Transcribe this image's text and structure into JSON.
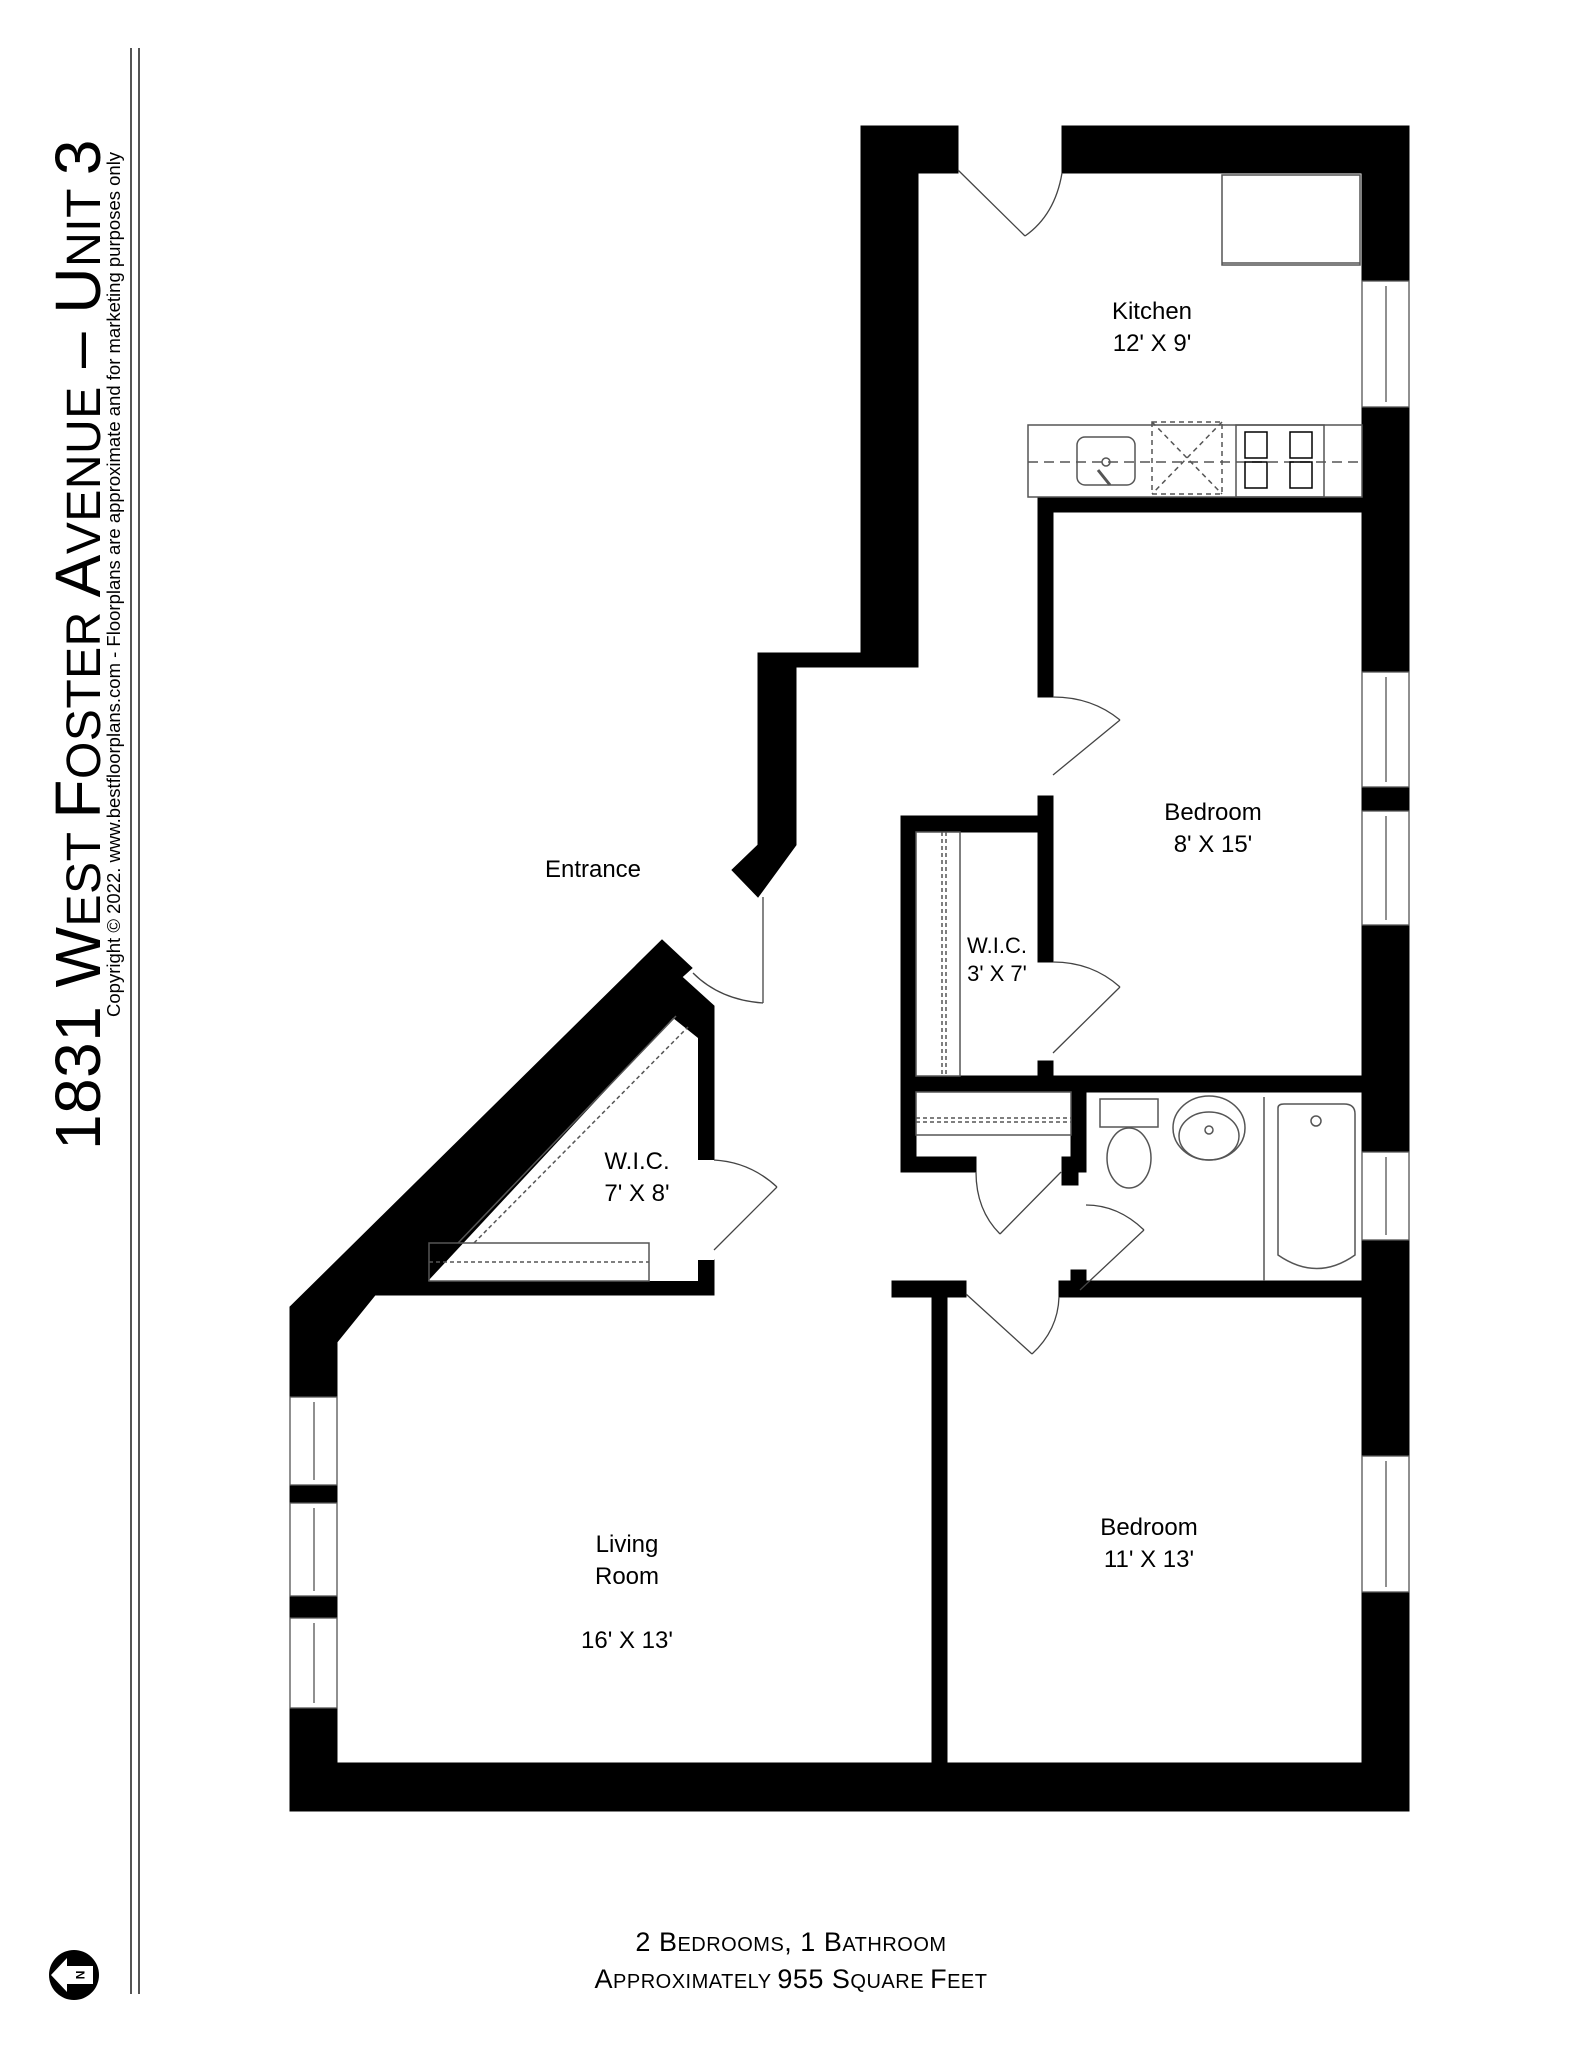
{
  "header": {
    "title_parts": [
      {
        "text": "1831 W",
        "small": false
      },
      {
        "text": "EST ",
        "small": true
      },
      {
        "text": "F",
        "small": false
      },
      {
        "text": "OSTER ",
        "small": true
      },
      {
        "text": "A",
        "small": false
      },
      {
        "text": "VENUE",
        "small": true
      },
      {
        "text": " – U",
        "small": false
      },
      {
        "text": "NIT ",
        "small": true
      },
      {
        "text": "3",
        "small": false
      }
    ],
    "title_full": "1831 West Foster Avenue – Unit 3",
    "copyright": "Copyright © 2022. www.bestfloorplans.com - Floorplans are approximate and for marketing purposes only"
  },
  "compass": {
    "icon": "north-arrow-icon",
    "letter": "N"
  },
  "rooms": [
    {
      "id": "kitchen",
      "name": "Kitchen",
      "dims": "12' X 9'"
    },
    {
      "id": "bedroom-1",
      "name": "Bedroom",
      "dims": "8' X 15'"
    },
    {
      "id": "wic-1",
      "name": "W.I.C.",
      "dims": "3' X 7'"
    },
    {
      "id": "entrance",
      "name": "Entrance",
      "dims": ""
    },
    {
      "id": "wic-2",
      "name": "W.I.C.",
      "dims": "7' X 8'"
    },
    {
      "id": "living-room",
      "name": "Living\nRoom",
      "dims": "16' X 13'"
    },
    {
      "id": "bedroom-2",
      "name": "Bedroom",
      "dims": "11' X 13'"
    }
  ],
  "summary": {
    "line1_parts": [
      {
        "text": "2 B",
        "small": false
      },
      {
        "text": "EDROOMS",
        "small": true
      },
      {
        "text": ", 1 B",
        "small": false
      },
      {
        "text": "ATHROOM",
        "small": true
      }
    ],
    "line2_parts": [
      {
        "text": "A",
        "small": false
      },
      {
        "text": "PPROXIMATELY ",
        "small": true
      },
      {
        "text": "955 S",
        "small": false
      },
      {
        "text": "QUARE ",
        "small": true
      },
      {
        "text": "F",
        "small": false
      },
      {
        "text": "EET",
        "small": true
      }
    ],
    "bedrooms": 2,
    "bathrooms": 1,
    "square_feet": 955
  },
  "colors": {
    "wall": "#000000",
    "background": "#ffffff",
    "fixture_line": "#555555"
  }
}
